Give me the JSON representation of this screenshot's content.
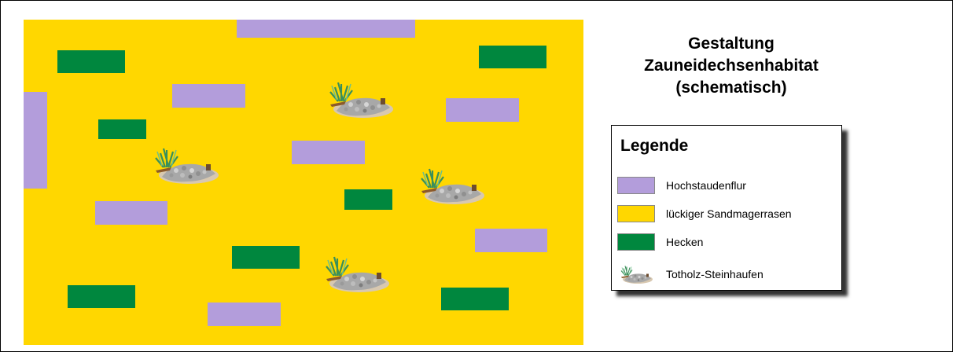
{
  "title": {
    "line1": "Gestaltung",
    "line2": "Zauneidechsenhabitat",
    "line3": "(schematisch)"
  },
  "legend": {
    "heading": "Legende",
    "items": [
      {
        "label": "Hochstaudenflur",
        "color": "#b39ddb"
      },
      {
        "label": "lückiger Sandmagerrasen",
        "color": "#ffd700"
      },
      {
        "label": "Hecken",
        "color": "#00873e"
      },
      {
        "label": "Totholz-Steinhaufen",
        "icon": "deadwood-stone-pile-icon"
      }
    ]
  },
  "colors": {
    "sand": "#ffd700",
    "tallherb": "#b39ddb",
    "hedge": "#00873e"
  }
}
